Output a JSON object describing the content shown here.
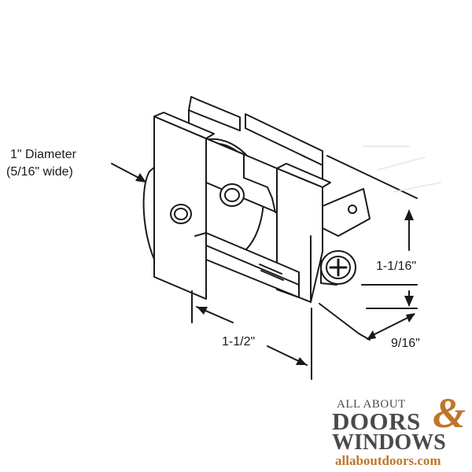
{
  "labels": {
    "diameter": "1\" Diameter",
    "diameter_sub": "(5/16\" wide)",
    "height": "1-1/16\"",
    "depth": "9/16\"",
    "width": "1-1/2\""
  },
  "watermark": {
    "line1": "ALL ABOUT",
    "line2": "DOORS",
    "ampersand": "&",
    "line3": "WINDOWS",
    "url": "allaboutdoors.com"
  },
  "colors": {
    "ink": "#1a1a1a",
    "logo_text": "#4a4a4a",
    "logo_accent": "#c0762a"
  }
}
